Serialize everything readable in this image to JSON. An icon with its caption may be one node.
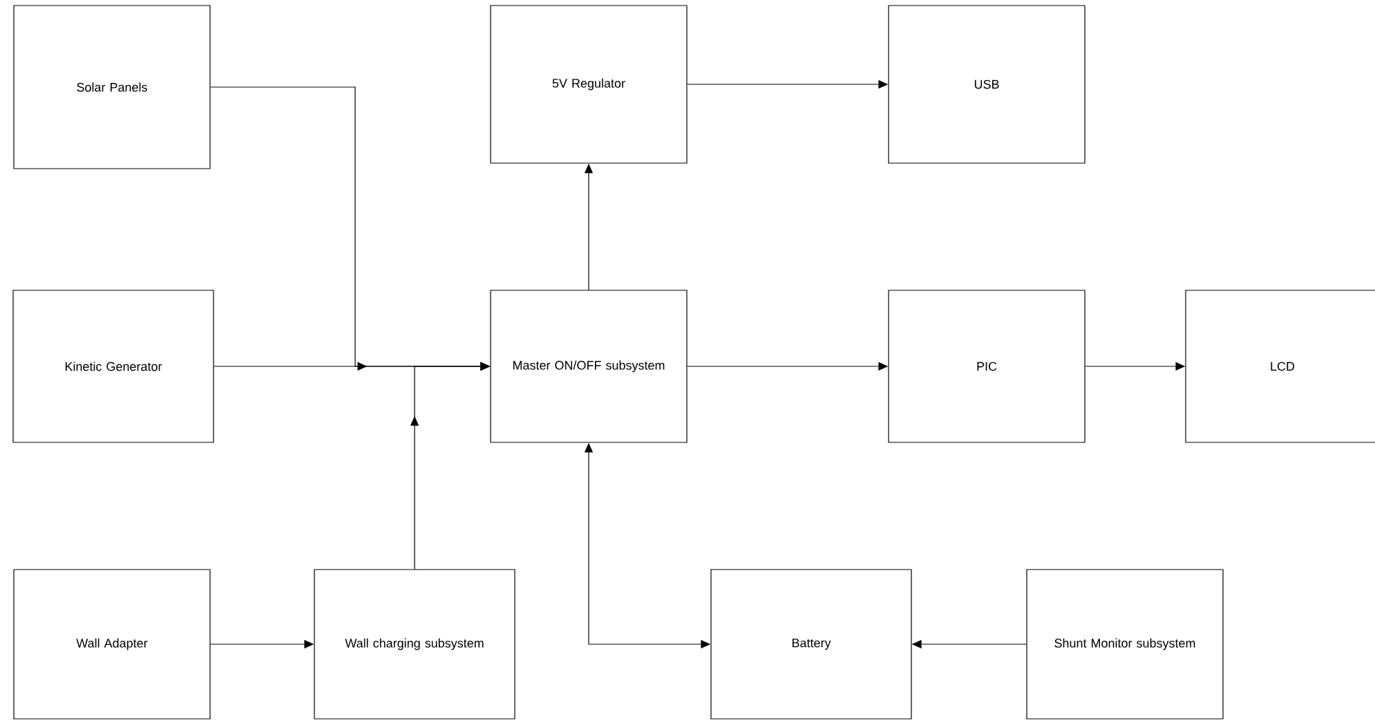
{
  "diagram": {
    "nodes": [
      {
        "text": [
          "Solar Panels"
        ]
      },
      {
        "text": [
          "5V Regulator"
        ]
      },
      {
        "text": [
          "USB"
        ]
      },
      {
        "text": [
          "Kinetic Generator"
        ]
      },
      {
        "text": [
          "Master ON/OFF subsystem"
        ]
      },
      {
        "text": [
          "PIC"
        ]
      },
      {
        "text": [
          "LCD"
        ]
      },
      {
        "text": [
          "Wall Adapter"
        ]
      },
      {
        "text": [
          "Wall charging subsystem"
        ]
      },
      {
        "text": [
          "Battery"
        ]
      },
      {
        "text": [
          "Shunt Monitor subsystem"
        ]
      }
    ],
    "edges": [
      {
        "from": 0,
        "to": 4,
        "arrow": "to"
      },
      {
        "from": 3,
        "to": 4,
        "arrow": "to"
      },
      {
        "from": 8,
        "to": 4,
        "arrow": "to"
      },
      {
        "from": 4,
        "to": 1,
        "arrow": "to"
      },
      {
        "from": 1,
        "to": 2,
        "arrow": "to"
      },
      {
        "from": 4,
        "to": 5,
        "arrow": "to"
      },
      {
        "from": 5,
        "to": 6,
        "arrow": "to"
      },
      {
        "from": 7,
        "to": 8,
        "arrow": "to"
      },
      {
        "from": 4,
        "to": 9,
        "arrow": "both"
      },
      {
        "from": 10,
        "to": 9,
        "arrow": "to"
      }
    ]
  }
}
